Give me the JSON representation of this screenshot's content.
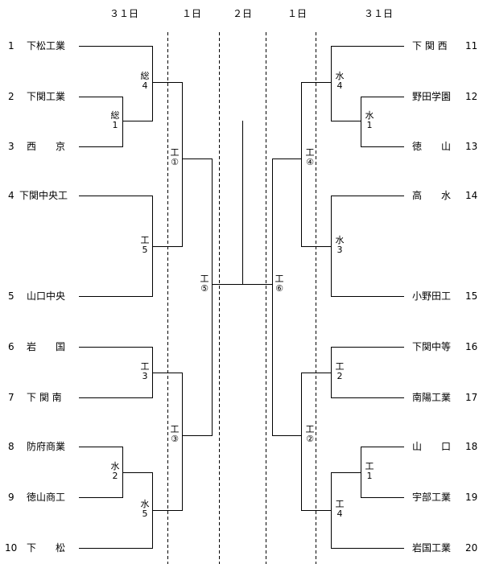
{
  "dates": {
    "left_r1": "３１日",
    "left_r2": "１日",
    "center": "２日",
    "right_r2": "１日",
    "right_r1": "３１日"
  },
  "left_teams": [
    {
      "num": "1",
      "name": "下松工業"
    },
    {
      "num": "2",
      "name": "下関工業"
    },
    {
      "num": "3",
      "name": "西　　京"
    },
    {
      "num": "4",
      "name": "下関中央工"
    },
    {
      "num": "5",
      "name": "山口中央"
    },
    {
      "num": "6",
      "name": "岩　　国"
    },
    {
      "num": "7",
      "name": "下 関 南"
    },
    {
      "num": "8",
      "name": "防府商業"
    },
    {
      "num": "9",
      "name": "徳山商工"
    },
    {
      "num": "10",
      "name": "下　　松"
    }
  ],
  "right_teams": [
    {
      "num": "11",
      "name": "下 関 西"
    },
    {
      "num": "12",
      "name": "野田学園"
    },
    {
      "num": "13",
      "name": "徳　　山"
    },
    {
      "num": "14",
      "name": "高　　水"
    },
    {
      "num": "15",
      "name": "小野田工"
    },
    {
      "num": "16",
      "name": "下関中等"
    },
    {
      "num": "17",
      "name": "南陽工業"
    },
    {
      "num": "18",
      "name": "山　　口"
    },
    {
      "num": "19",
      "name": "宇部工業"
    },
    {
      "num": "20",
      "name": "岩国工業"
    }
  ],
  "match_labels": {
    "l_sou1": {
      "venue": "総",
      "no": "1"
    },
    "l_sou4": {
      "venue": "総",
      "no": "4"
    },
    "l_kou5": {
      "venue": "工",
      "no": "5"
    },
    "l_kou3": {
      "venue": "工",
      "no": "3"
    },
    "l_mizu2": {
      "venue": "水",
      "no": "2"
    },
    "l_mizu5": {
      "venue": "水",
      "no": "5"
    },
    "l_kou_c1": {
      "venue": "工",
      "no": "①"
    },
    "l_kou_c3": {
      "venue": "工",
      "no": "③"
    },
    "l_kou_c5": {
      "venue": "工",
      "no": "⑤"
    },
    "r_mizu4": {
      "venue": "水",
      "no": "4"
    },
    "r_mizu1": {
      "venue": "水",
      "no": "1"
    },
    "r_mizu3": {
      "venue": "水",
      "no": "3"
    },
    "r_kou2": {
      "venue": "工",
      "no": "2"
    },
    "r_kou1": {
      "venue": "工",
      "no": "1"
    },
    "r_kou4": {
      "venue": "工",
      "no": "4"
    },
    "r_kou_c4": {
      "venue": "工",
      "no": "④"
    },
    "r_kou_c2": {
      "venue": "工",
      "no": "②"
    },
    "r_kou_c6": {
      "venue": "工",
      "no": "⑥"
    }
  }
}
